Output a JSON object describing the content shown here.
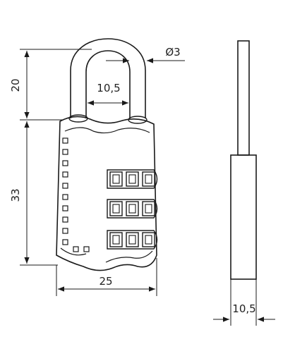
{
  "dimensions": {
    "shackle_height": "20",
    "body_height": "33",
    "shackle_inner_width": "10,5",
    "shackle_diameter": "Ø3",
    "body_width": "25",
    "body_thickness": "10,5"
  },
  "combination": {
    "wheel_count": 3,
    "digits_per_wheel": 3
  },
  "colors": {
    "line": "#1a1a1a",
    "background": "#ffffff"
  }
}
